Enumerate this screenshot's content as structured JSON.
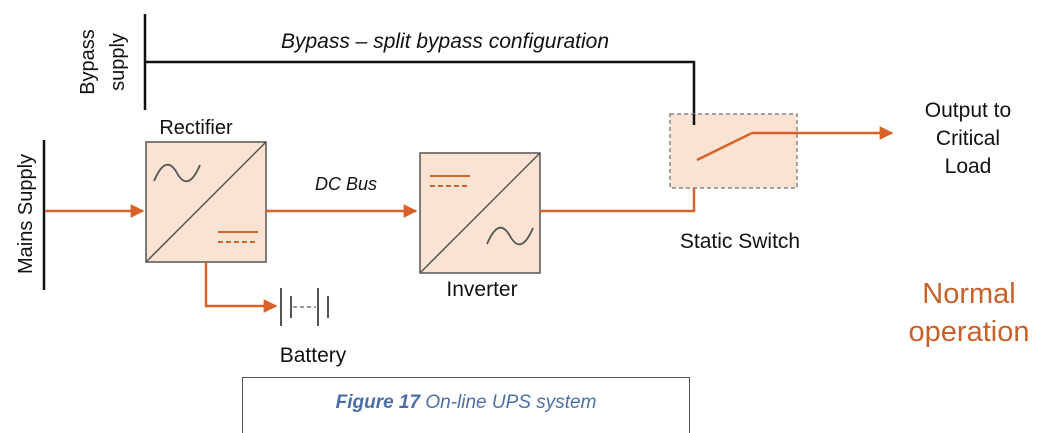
{
  "diagram": {
    "bypass_supply_label": "Bypass\nsupply",
    "bypass_line_label": "Bypass – split bypass configuration",
    "mains_supply_label": "Mains Supply",
    "rectifier_label": "Rectifier",
    "dc_bus_label": "DC Bus",
    "inverter_label": "Inverter",
    "battery_label": "Battery",
    "static_switch_label": "Static Switch",
    "output_label": "Output to\nCritical\nLoad",
    "mode_label": "Normal\noperation"
  },
  "caption": {
    "figure_number": "Figure 17",
    "text": "On-line UPS system"
  },
  "colors": {
    "flow": "#d9622b",
    "block_fill": "#fbe3d3",
    "block_border": "#555555",
    "bypass_line": "#111111",
    "mode_text": "#c8602a",
    "caption_text": "#4a6fa8"
  }
}
